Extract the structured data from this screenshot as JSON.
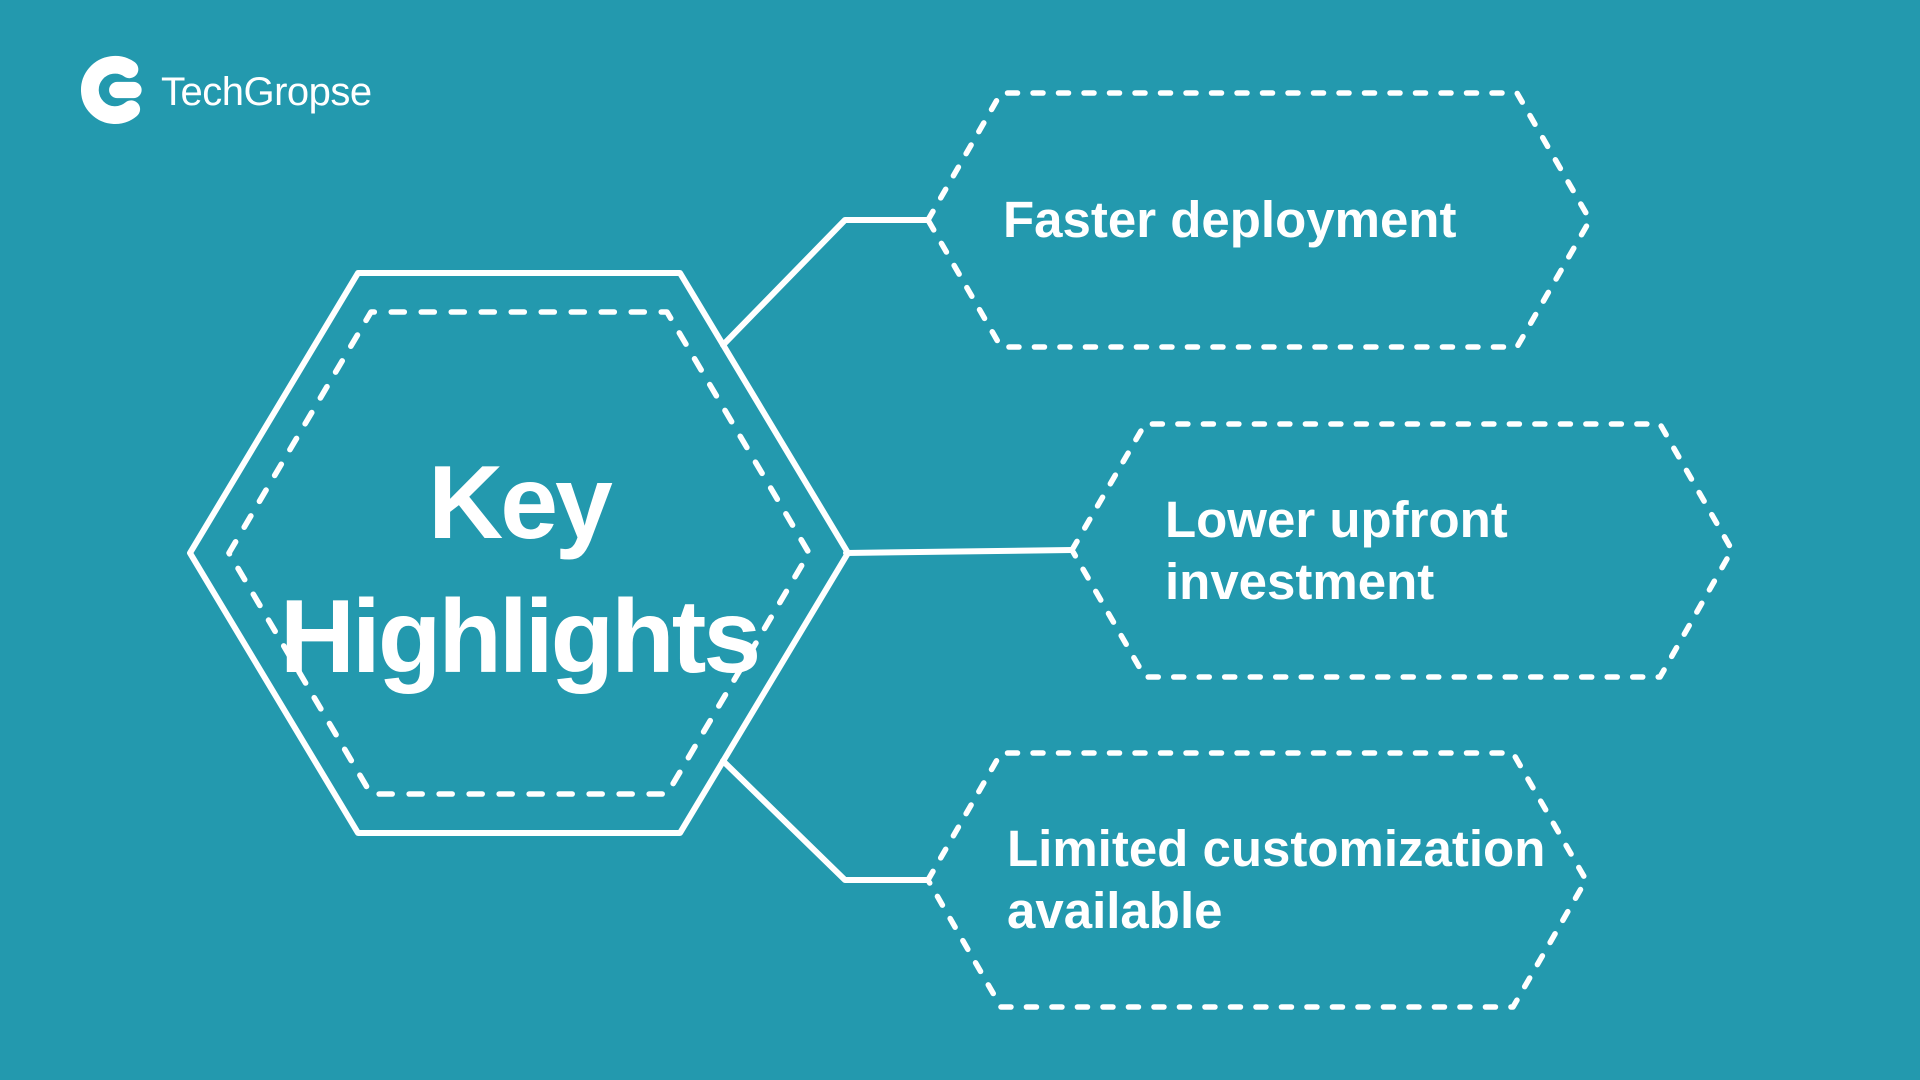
{
  "canvas": {
    "background": "#2399AE",
    "foreground": "#FFFFFF"
  },
  "logo": {
    "brand": "TechGropse",
    "icon": "techgropse-g-logo"
  },
  "center": {
    "label": "Key Highlights",
    "lines": [
      "Key",
      "Highlights"
    ]
  },
  "nodes": [
    {
      "id": "faster-deployment",
      "label": "Faster deployment",
      "lines": [
        "Faster deployment"
      ]
    },
    {
      "id": "lower-upfront-investment",
      "label": "Lower upfront investment",
      "lines": [
        "Lower upfront",
        "investment"
      ]
    },
    {
      "id": "limited-customization-available",
      "label": "Limited customization available",
      "lines": [
        "Limited customization",
        "available"
      ]
    }
  ]
}
